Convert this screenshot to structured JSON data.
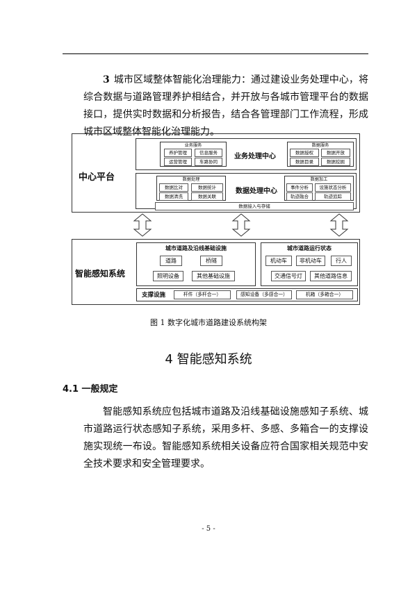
{
  "paragraph_3": {
    "number": "3",
    "text": "城市区域整体智能化治理能力：通过建设业务处理中心，将综合数据与道路管理养护相结合，并开放与各城市管理平台的数据接口，提供实时数据和分析报告，结合各管理部门工作流程，形成城市区域整体智能化治理能力。"
  },
  "figure": {
    "center_platform": {
      "label": "中心平台",
      "business_center": {
        "label": "业务处理中心",
        "business_services": {
          "title": "业务服务",
          "items": [
            "养护管理",
            "信息服务",
            "运营管理",
            "车路协同"
          ]
        },
        "data_services": {
          "title": "数据服务",
          "items": [
            "数据授权",
            "数据开放",
            "数据目录",
            "数据挖掘"
          ]
        }
      },
      "data_center": {
        "label": "数据处理中心",
        "data_processing": {
          "title": "数据处理",
          "items": [
            "数据比对",
            "数据统计",
            "数据清洗",
            "数据关联"
          ]
        },
        "data_fusion": {
          "title": "数据加工",
          "items": [
            "事件分析",
            "设施状态分析",
            "轨迹融合",
            "轨迹追踪"
          ]
        },
        "ingest_bar": "数据接入与存储"
      }
    },
    "perception_system": {
      "label": "智能感知系统",
      "infrastructure": {
        "title": "城市道路及沿线基础设施",
        "items": [
          "道路",
          "桥隧",
          "照明设备",
          "其他基础设施"
        ]
      },
      "operation": {
        "title": "城市道路运行状态",
        "items": [
          "机动车",
          "非机动车",
          "行人",
          "交通信号灯",
          "其他道路信息"
        ]
      },
      "support": {
        "label": "支撑设施",
        "items": [
          "杆件（多杆合一）",
          "感知设备（多感合一）",
          "机箱（多箱合一）"
        ]
      }
    },
    "caption": "图 1  数字化城市道路建设系统构架"
  },
  "section": {
    "title": "4 智能感知系统"
  },
  "subsection": {
    "title": "4.1 一般规定"
  },
  "paragraph_41": {
    "text": "智能感知系统应包括城市道路及沿线基础设施感知子系统、城市道路运行状态感知子系统，采用多杆、多感、多箱合一的支撑设施实现统一布设。智能感知系统相关设备应符合国家相关规范中安全技术要求和安全管理要求。"
  },
  "page_number": "- 5 -"
}
